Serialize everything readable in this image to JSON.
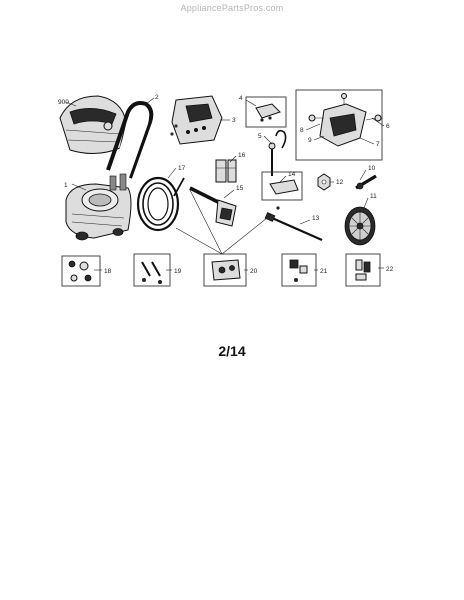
{
  "header": {
    "watermark": "AppliancePartsPros.com"
  },
  "footer": {
    "page_number": "2/14"
  },
  "callouts": [
    "900",
    "1",
    "2",
    "3",
    "4",
    "5",
    "6",
    "7",
    "8",
    "9",
    "10",
    "11",
    "12",
    "13",
    "14",
    "15",
    "16",
    "17",
    "18",
    "19",
    "20",
    "21",
    "22"
  ]
}
